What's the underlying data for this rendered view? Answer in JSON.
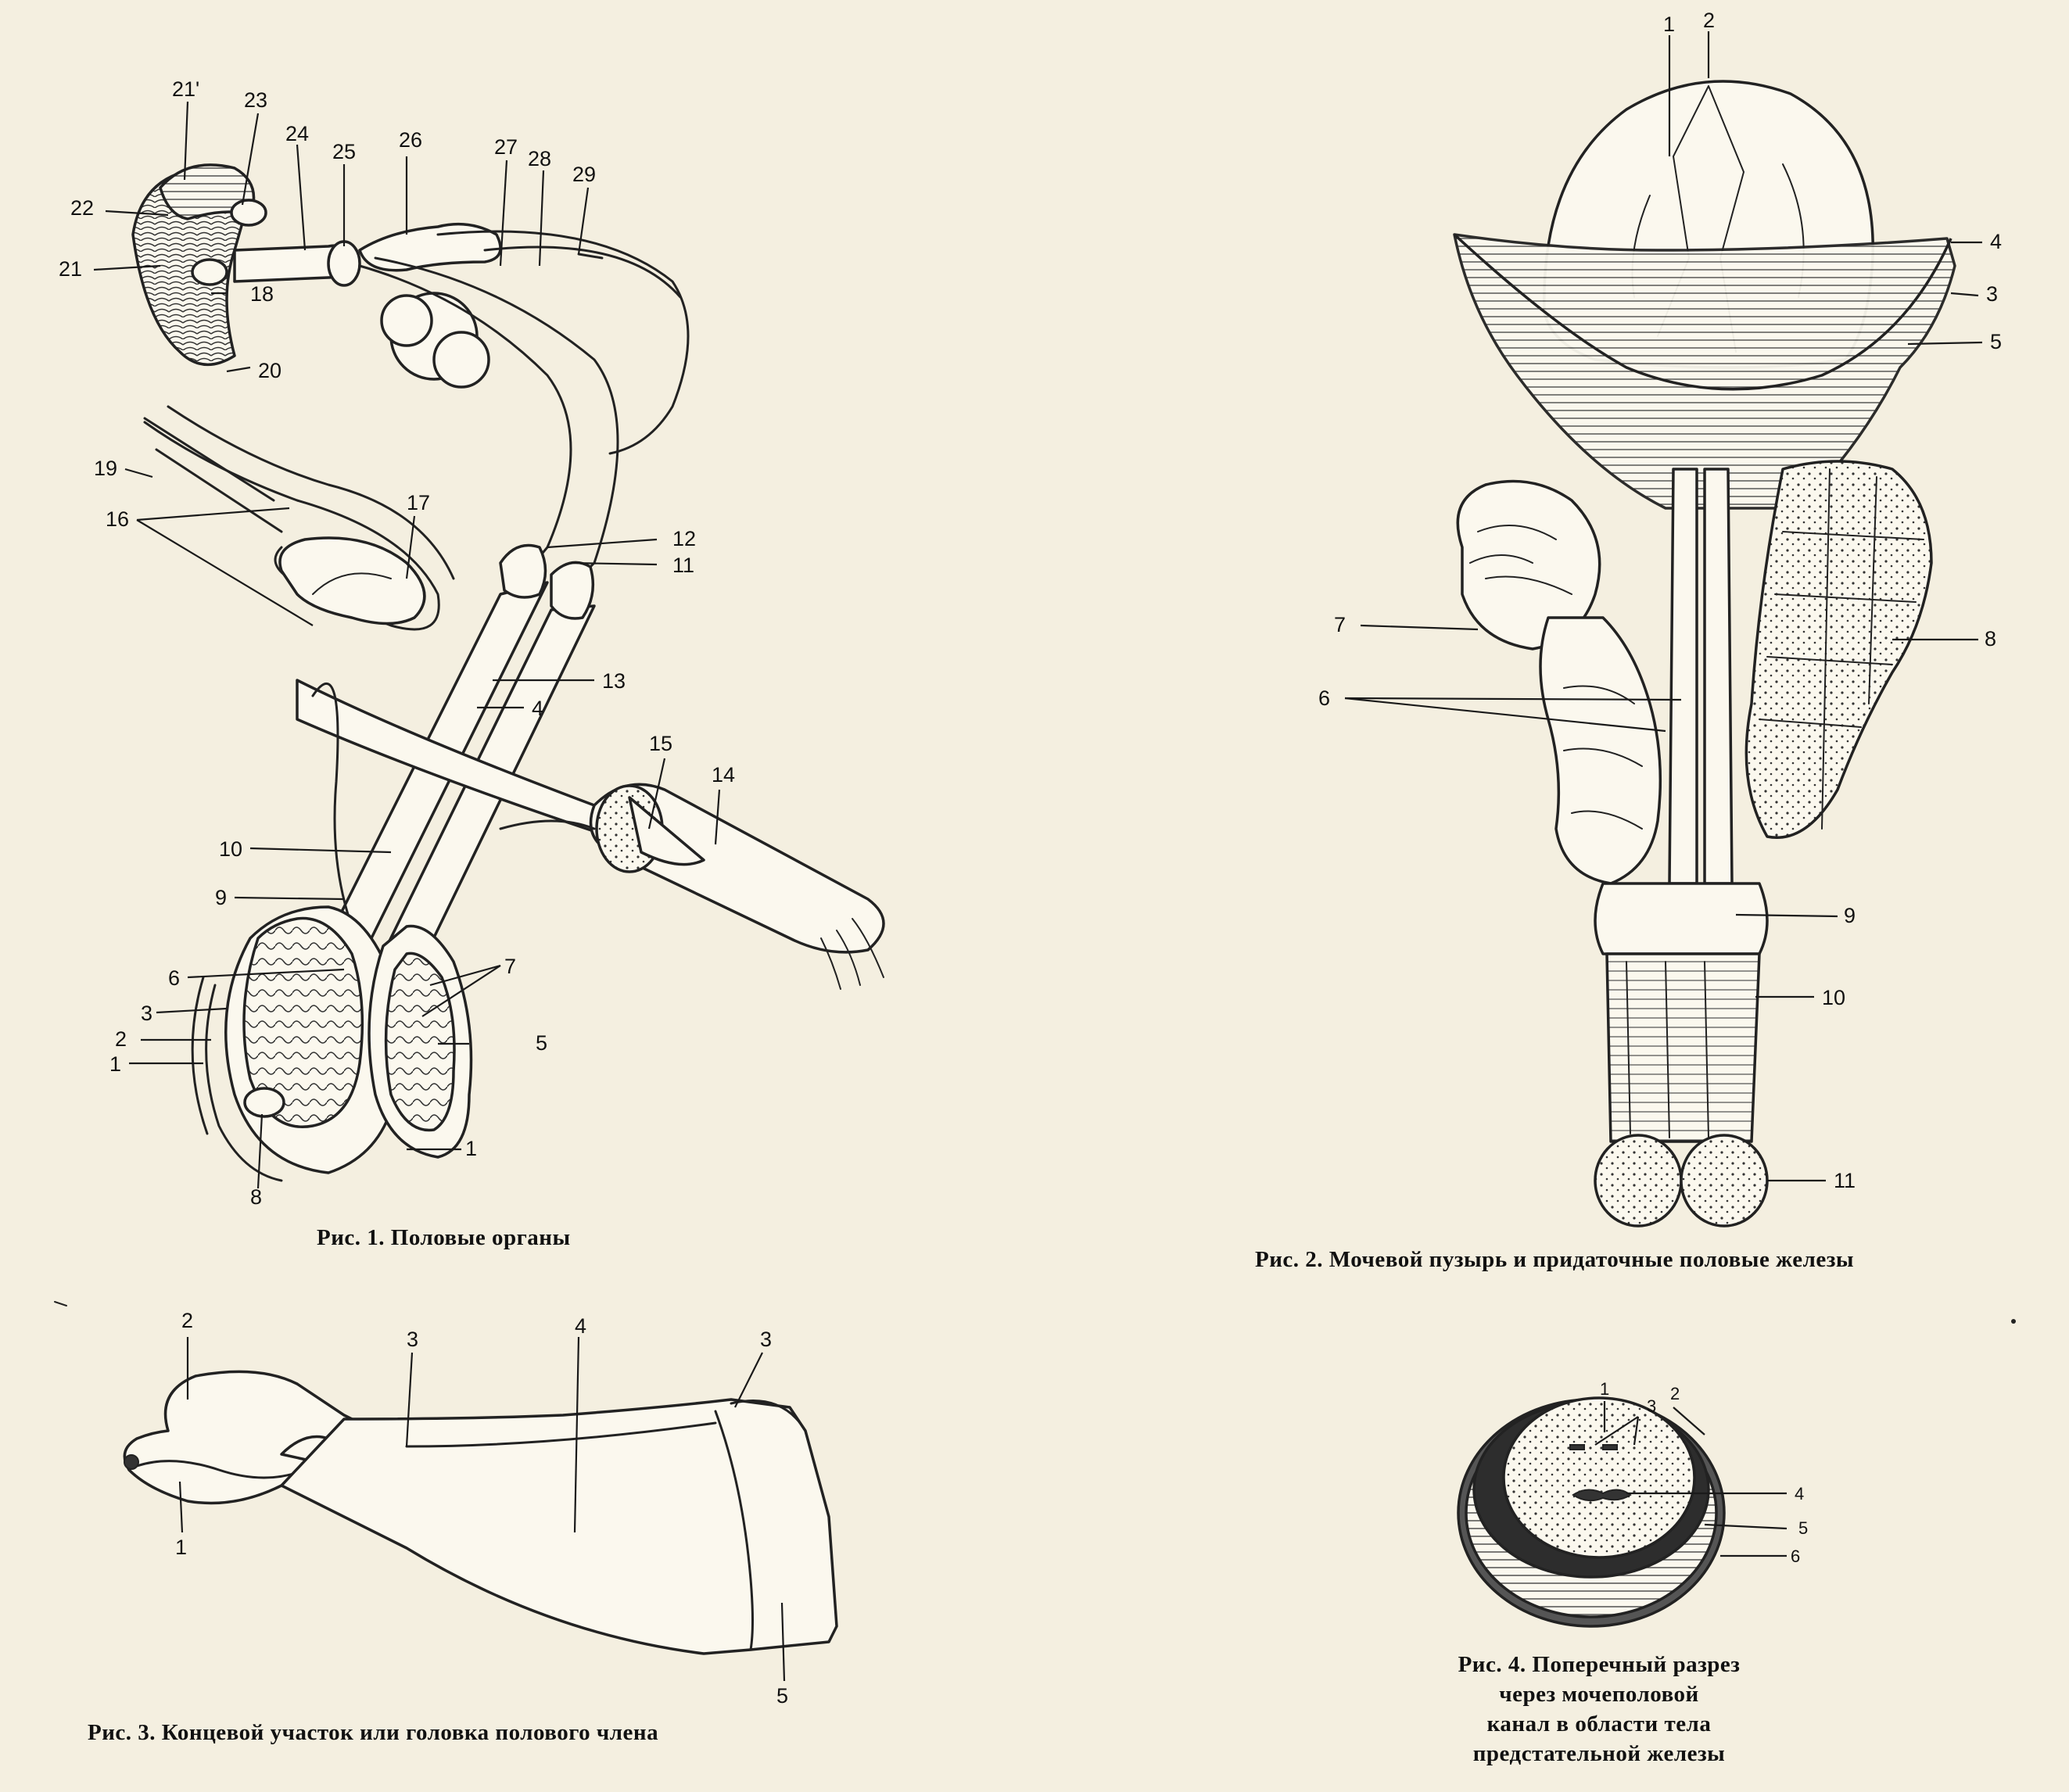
{
  "figures": {
    "fig1": {
      "caption": "Рис. 1. Половые органы",
      "labels": [
        "21'",
        "23",
        "24",
        "25",
        "26",
        "27",
        "28",
        "29",
        "22",
        "21",
        "18",
        "20",
        "19",
        "16",
        "17",
        "12",
        "11",
        "13",
        "4",
        "15",
        "14",
        "10",
        "9",
        "6",
        "7",
        "3",
        "5",
        "2",
        "1",
        "8",
        "1"
      ]
    },
    "fig2": {
      "caption": "Рис. 2. Мочевой пузырь и придаточные половые железы",
      "labels": [
        "1",
        "2",
        "4",
        "3",
        "5",
        "7",
        "8",
        "6",
        "9",
        "10",
        "11"
      ]
    },
    "fig3": {
      "caption": "Рис. 3. Концевой участок или головка полового члена",
      "labels": [
        "2",
        "3",
        "4",
        "3",
        "1",
        "5"
      ]
    },
    "fig4": {
      "caption_lines": [
        "Рис. 4. Поперечный разрез",
        "через мочеполовой",
        "канал в области тела",
        "предстательной железы"
      ],
      "labels": [
        "1",
        "3",
        "2",
        "4",
        "5",
        "6"
      ]
    }
  }
}
